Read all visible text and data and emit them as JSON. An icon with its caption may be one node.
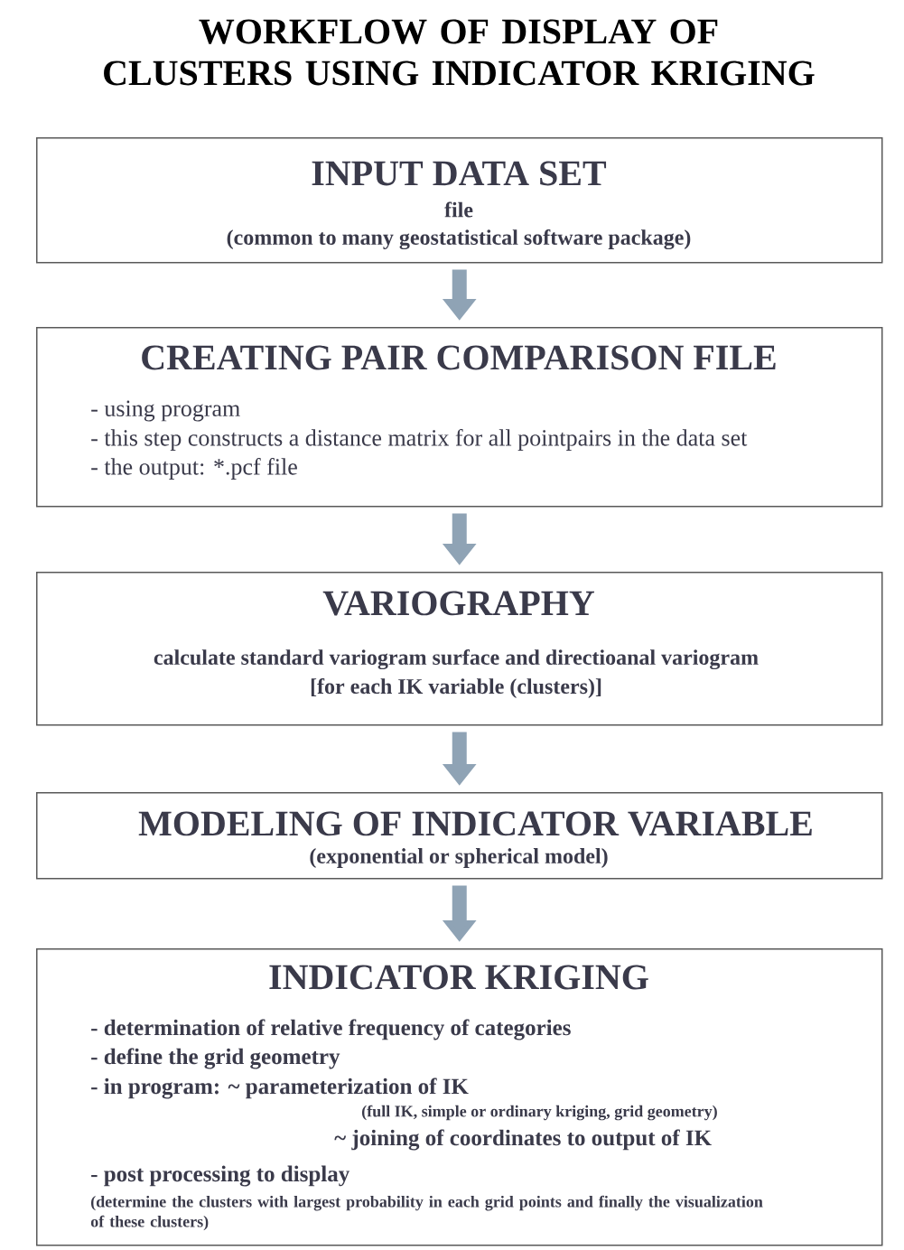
{
  "diagram": {
    "title": "WORKFLOW OF DISPLAY OF CLUSTERS USING INDICATOR KRIGING",
    "nodes": [
      {
        "text": [
          "INPUT DATA SET",
          "file",
          "(common to many geostatistical software package)"
        ]
      },
      {
        "text": [
          "CREATING PAIR COMPARISON FILE",
          "- using program",
          "- this step constructs a distance matrix for all pointpairs in the data set",
          "- the output: *.pcf file"
        ]
      },
      {
        "text": [
          "VARIOGRAPHY",
          "calculate standard variogram surface and directioanal variogram",
          "[for each IK variable (clusters)]"
        ]
      },
      {
        "text": [
          "MODELING OF INDICATOR VARIABLE",
          "(exponential or spherical model)"
        ]
      },
      {
        "text": [
          "INDICATOR KRIGING",
          "- determination of relative frequency of categories",
          "- define the grid geometry",
          "- in program: ~ parameterization of IK",
          "(full IK, simple or ordinary kriging, grid geometry)",
          "~ joining of coordinates to output of IK",
          "- post processing to display",
          "(determine the clusters with largest probability in each grid points and finally the visualization of these clusters)"
        ]
      }
    ],
    "edges": [
      {
        "from": 0,
        "to": 1,
        "arrow": "to"
      },
      {
        "from": 1,
        "to": 2,
        "arrow": "to"
      },
      {
        "from": 2,
        "to": 3,
        "arrow": "to"
      },
      {
        "from": 3,
        "to": 4,
        "arrow": "to"
      }
    ]
  }
}
